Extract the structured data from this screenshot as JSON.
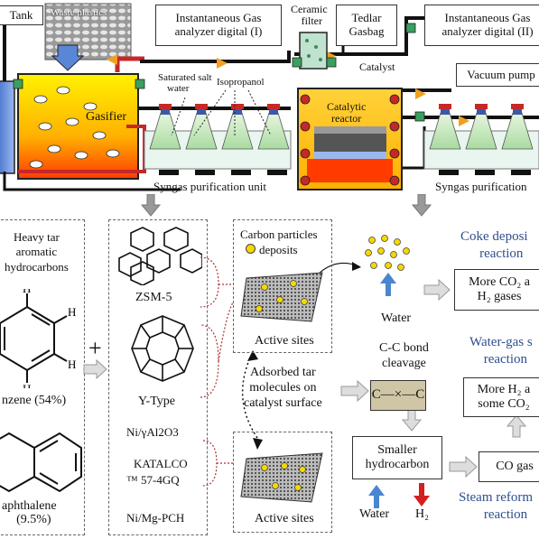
{
  "top": {
    "tank": "Tank",
    "waste_label": "Waste plastics",
    "analyzer1": [
      "Instantaneous Gas",
      "analyzer digital (I)"
    ],
    "ceramic_filter": [
      "Ceramic",
      "filter"
    ],
    "tedlar": [
      "Tedlar",
      "Gasbag"
    ],
    "analyzer2": [
      "Instantaneous Gas",
      "analyzer digital (II)"
    ],
    "catalyst": "Catalyst",
    "vacuum_pump": "Vacuum pump",
    "saturated_salt": [
      "Saturated salt",
      "water"
    ],
    "isopropanol": "Isopropanol",
    "gasifier": "Gasifier",
    "catalytic_reactor": [
      "Catalytic",
      "reactor"
    ],
    "syngas_unit_1": "Syngas purification unit",
    "syngas_unit_2": "Syngas purification"
  },
  "left": {
    "heavy_tar": [
      "Heavy tar",
      "aromatic",
      "hydrocarbons"
    ],
    "benzene": "nzene (54%)",
    "naphthalene": [
      "aphthalene",
      "(9.5%)"
    ],
    "plus": "+"
  },
  "catalysts": {
    "zsm5": "ZSM-5",
    "ytype": "Y-Type",
    "list": [
      "Ni/γAl2O3",
      "KATALCO",
      "™ 57-4GQ",
      "Ni/Mg-PCH"
    ]
  },
  "center": {
    "carbon_particles": [
      "Carbon particles",
      "deposits"
    ],
    "active_sites_1": "Active sites",
    "adsorbed": [
      "Adsorbed tar",
      "molecules on",
      "catalyst surface"
    ],
    "active_sites_2": "Active sites"
  },
  "right": {
    "water_top": "Water",
    "cc_bond": [
      "C-C bond",
      "cleavage"
    ],
    "cc_box": "C—×—C",
    "smaller_hc": [
      "Smaller",
      "hydrocarbon"
    ],
    "water_bottom": "Water",
    "h2_bottom": "H₂",
    "co_gas": "CO gas",
    "coke_reaction": [
      "Coke deposi",
      "reaction"
    ],
    "more_co2": [
      "More CO₂ a",
      "H₂ gases"
    ],
    "water_gas_reaction": [
      "Water-gas s",
      "reaction"
    ],
    "more_h2": [
      "More H₂ a",
      "some CO₂"
    ],
    "steam_reform": [
      "Steam reform",
      "reaction"
    ]
  },
  "colors": {
    "pipe": "#111111",
    "pipe_red": "#c62828",
    "arrow_orange": "#f0a020",
    "label_blue": "#2e4f8c",
    "cc_box": "#cfc6a6"
  }
}
